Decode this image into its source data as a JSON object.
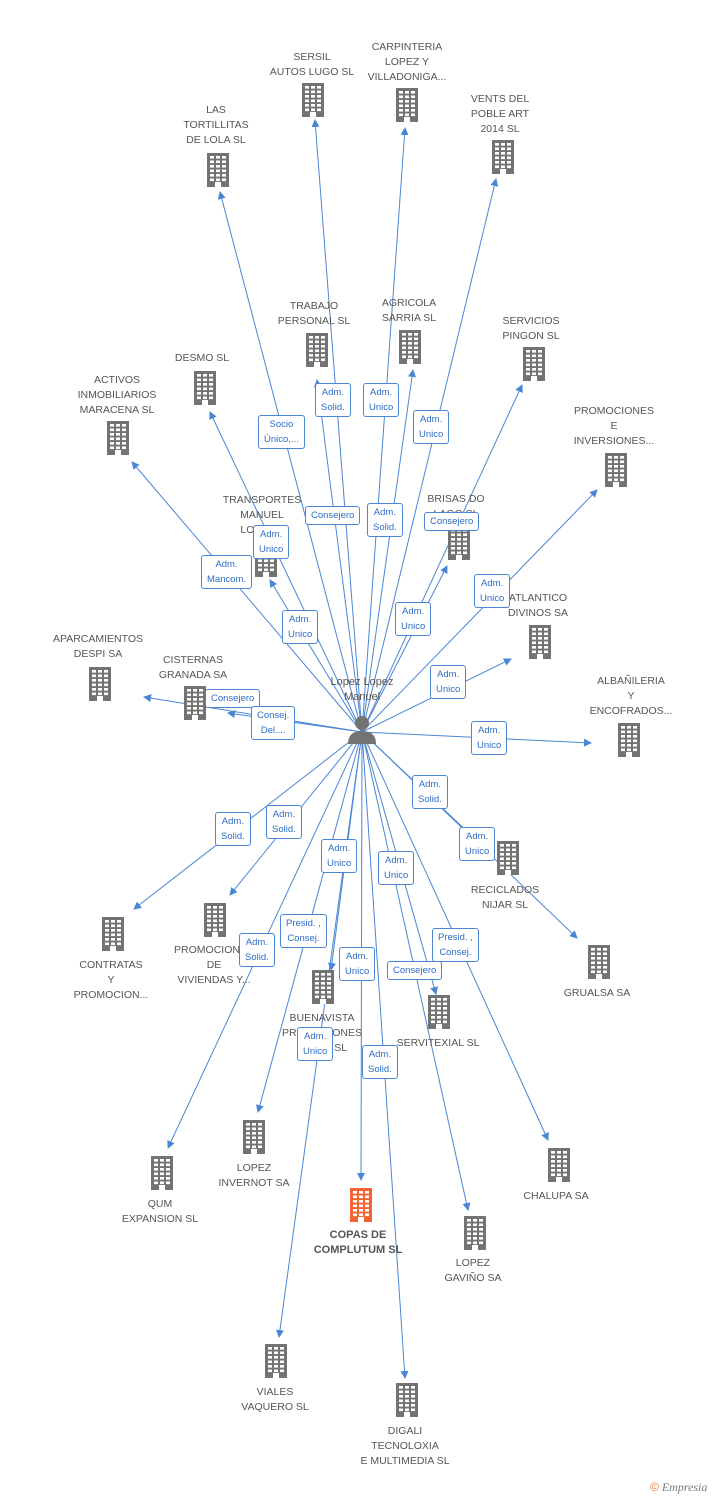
{
  "colors": {
    "edge": "#4a86d4",
    "building": "#737373",
    "highlight": "#f26532",
    "label": "#555555",
    "role_text": "#2e6cc4"
  },
  "center": {
    "label": "Lopez Lopez\nManuel",
    "icon": "person-icon"
  },
  "nodes": [
    {
      "id": "sersil",
      "label": "SERSIL\nAUTOS LUGO SL"
    },
    {
      "id": "carpinteria",
      "label": "CARPINTERIA\nLOPEZ Y\nVILLADONIGA..."
    },
    {
      "id": "vents",
      "label": "VENTS DEL\nPOBLE ART\n2014  SL"
    },
    {
      "id": "tortillitas",
      "label": "LAS\nTORTILLITAS\nDE LOLA  SL"
    },
    {
      "id": "trabajo",
      "label": "TRABAJO\nPERSONAL SL"
    },
    {
      "id": "agricola",
      "label": "AGRICOLA\nSARRIA SL"
    },
    {
      "id": "servicios",
      "label": "SERVICIOS\nPINGON SL"
    },
    {
      "id": "desmo",
      "label": "DESMO SL"
    },
    {
      "id": "activos",
      "label": "ACTIVOS\nINMOBILIARIOS\nMARACENA SL"
    },
    {
      "id": "promociones_inv",
      "label": "PROMOCIONES\nE\nINVERSIONES..."
    },
    {
      "id": "transportes",
      "label": "TRANSPORTES\nMANUEL\nLOPEZ..."
    },
    {
      "id": "brisas",
      "label": "BRISAS DO\nLAGO SL"
    },
    {
      "id": "atlantico",
      "label": "ATLANTICO\nDIVINOS SA"
    },
    {
      "id": "aparcamientos",
      "label": "APARCAMIENTOS\nDESPI SA"
    },
    {
      "id": "cisternas",
      "label": "CISTERNAS\nGRANADA SA"
    },
    {
      "id": "albanileria",
      "label": "ALBAÑILERIA\nY\nENCOFRADOS..."
    },
    {
      "id": "reciclados",
      "label": "RECICLADOS\nNIJAR SL"
    },
    {
      "id": "contratas",
      "label": "CONTRATAS\nY\nPROMOCION..."
    },
    {
      "id": "promociones_viv",
      "label": "PROMOCIONES\nDE\nVIVIENDAS Y..."
    },
    {
      "id": "gruasa",
      "label": "GRUALSA SA"
    },
    {
      "id": "buenavista",
      "label": "BUENAVISTA\nPROMOCIONES\nLOPEZ SL"
    },
    {
      "id": "servitexial",
      "label": "SERVITEXIAL SL"
    },
    {
      "id": "lopez_invernot",
      "label": "LOPEZ\nINVERNOT SA"
    },
    {
      "id": "qum",
      "label": "QUM\nEXPANSION SL"
    },
    {
      "id": "copas",
      "label": "COPAS DE\nCOMPLUTUM SL",
      "highlight": true
    },
    {
      "id": "chalupa",
      "label": "CHALUPA SA"
    },
    {
      "id": "lopez_gavino",
      "label": "LOPEZ\nGAVIÑO SA"
    },
    {
      "id": "viales",
      "label": "VIALES\nVAQUERO  SL"
    },
    {
      "id": "digali",
      "label": "DIGALI\nTECNOLOXIA\nE MULTIMEDIA SL"
    }
  ],
  "roles": [
    {
      "id": "r_sersil",
      "label": "Adm.\nSolid."
    },
    {
      "id": "r_carpinteria",
      "label": "Adm.\nUnico"
    },
    {
      "id": "r_vents",
      "label": "Adm.\nUnico"
    },
    {
      "id": "r_tortillitas",
      "label": "Socio\nÚnico,..."
    },
    {
      "id": "r_trabajo",
      "label": "Consejero"
    },
    {
      "id": "r_agricola",
      "label": "Adm.\nSolid."
    },
    {
      "id": "r_servicios",
      "label": "Consejero"
    },
    {
      "id": "r_transportes",
      "label": "Adm.\nUnico"
    },
    {
      "id": "r_activos",
      "label": "Adm.\nMancom."
    },
    {
      "id": "r_desmo",
      "label": "Adm.\nUnico"
    },
    {
      "id": "r_brisas",
      "label": "Adm.\nUnico"
    },
    {
      "id": "r_promociones_inv",
      "label": "Adm.\nUnico"
    },
    {
      "id": "r_atlantico",
      "label": "Adm.\nUnico"
    },
    {
      "id": "r_aparcamientos",
      "label": "Consejero"
    },
    {
      "id": "r_cisternas",
      "label": "Consej.\nDel...."
    },
    {
      "id": "r_albanileria",
      "label": "Adm.\nUnico"
    },
    {
      "id": "r_reciclados",
      "label": "Adm.\nSolid."
    },
    {
      "id": "r_gruasa",
      "label": "Adm.\nUnico"
    },
    {
      "id": "r_contratas",
      "label": "Adm.\nSolid."
    },
    {
      "id": "r_promociones_viv",
      "label": "Adm.\nSolid."
    },
    {
      "id": "r_buenavista",
      "label": "Adm.\nUnico"
    },
    {
      "id": "r_servitexial",
      "label": "Adm.\nUnico"
    },
    {
      "id": "r_lopez_invernot",
      "label": "Adm.\nSolid."
    },
    {
      "id": "r_qum",
      "label": "Presid. ,\nConsej."
    },
    {
      "id": "r_copas",
      "label": "Adm.\nUnico"
    },
    {
      "id": "r_chalupa",
      "label": "Presid. ,\nConsej."
    },
    {
      "id": "r_lopez_gavino",
      "label": "Consejero"
    },
    {
      "id": "r_viales",
      "label": "Adm.\nUnico"
    },
    {
      "id": "r_digali",
      "label": "Adm.\nSolid."
    }
  ],
  "footer": {
    "symbol": "©",
    "brand": "Empresia"
  }
}
